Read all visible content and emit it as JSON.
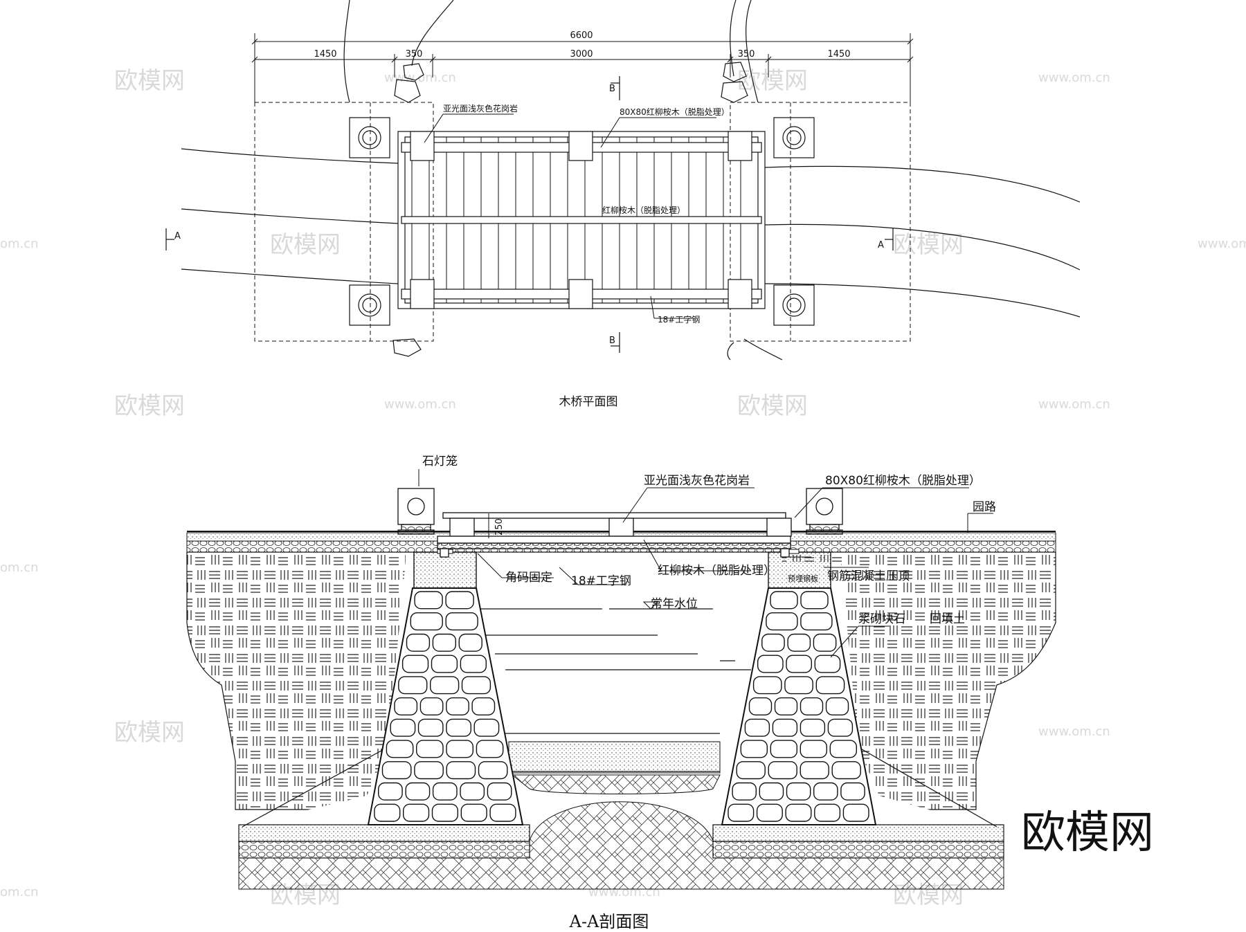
{
  "plan": {
    "title": "木桥平面图",
    "dims": {
      "total": "6600",
      "seg_left": "1450",
      "seg_left_pier": "350",
      "seg_span": "3000",
      "seg_right_pier": "350",
      "seg_right": "1450"
    },
    "labels": {
      "granite": "亚光面浅灰色花岗岩",
      "timber_80": "80X80红柳桉木（脱脂处理）",
      "timber": "红柳桉木（脱脂处理）",
      "steel": "18#工字钢"
    },
    "markers": {
      "a": "A",
      "b": "B"
    }
  },
  "section": {
    "title": "A-A剖面图",
    "labels": {
      "lantern": "石灯笼",
      "granite": "亚光面浅灰色花岗岩",
      "timber_80": "80X80红柳桉木（脱脂处理）",
      "path": "园路",
      "height": "250",
      "corner": "角码固定",
      "steel": "18#工字钢",
      "timber": "红柳桉木（脱脂处理）",
      "plate": "预埋钢板",
      "concrete": "钢筋混凝土压顶",
      "water": "常年水位",
      "masonry": "浆砌块石",
      "backfill": "回填土"
    }
  },
  "watermark": {
    "brand": "欧模网",
    "site": "www.om.cn",
    "site_short": "om.cn"
  }
}
